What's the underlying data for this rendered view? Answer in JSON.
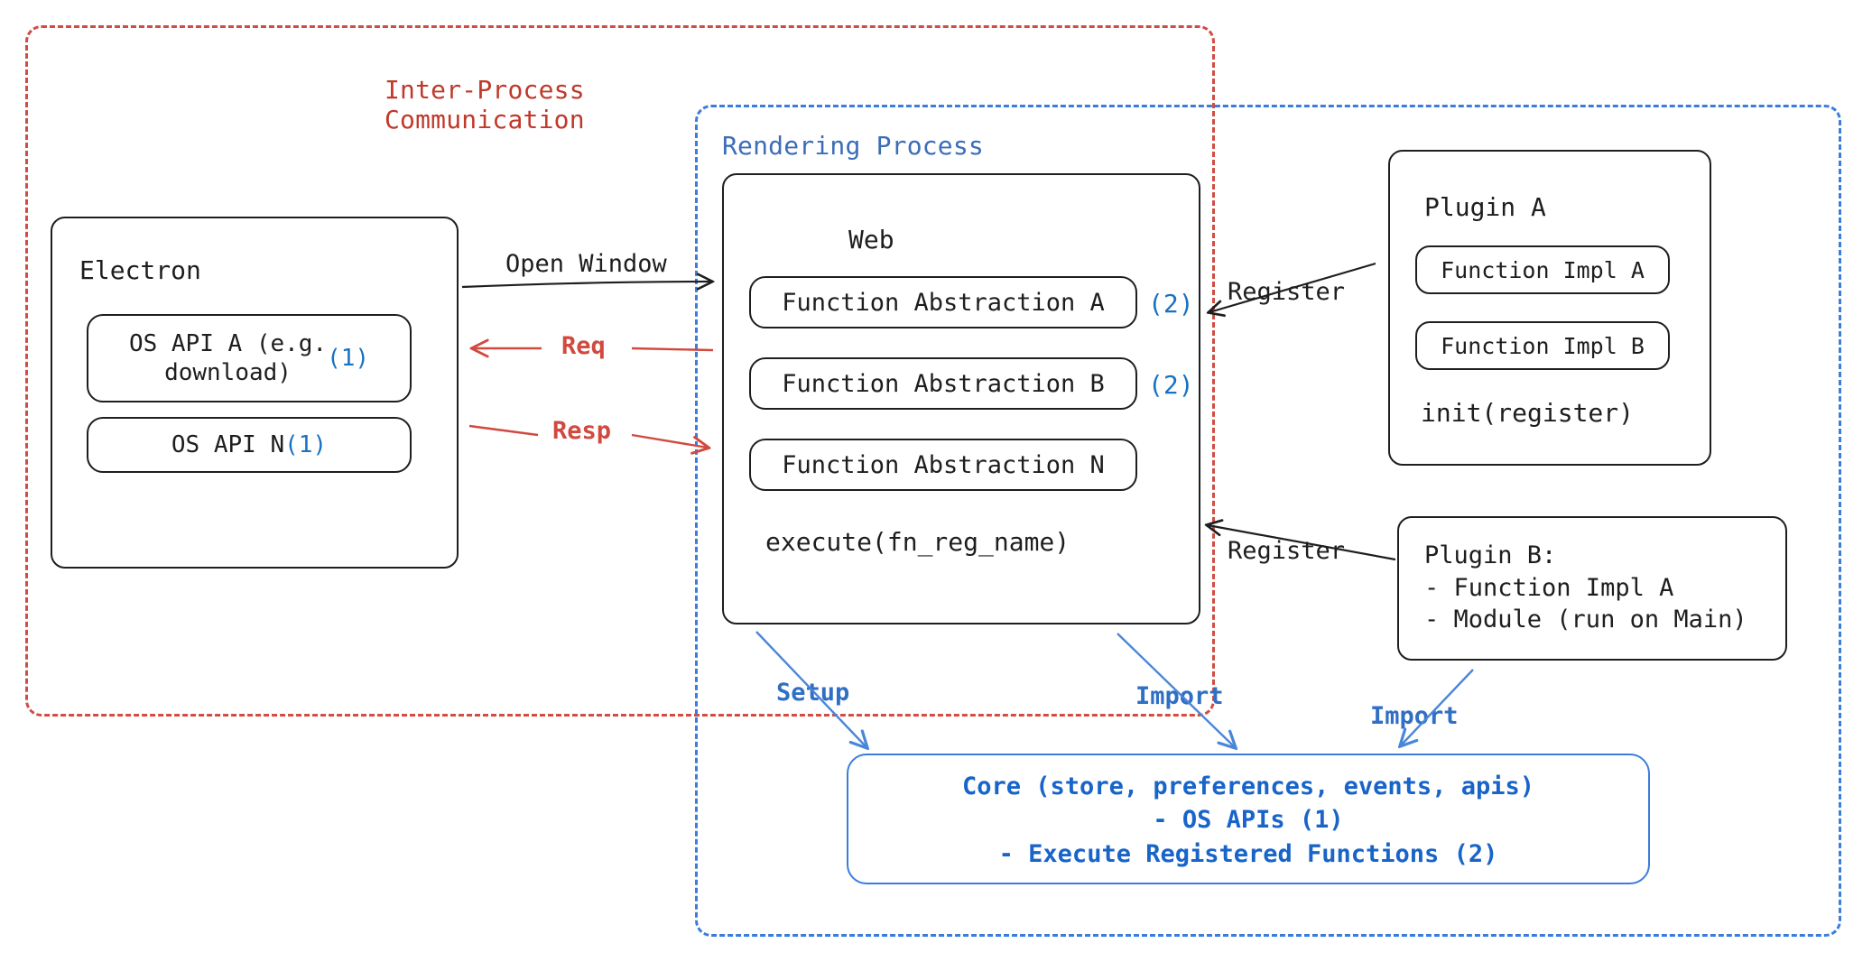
{
  "regions": {
    "ipc": {
      "label": "Inter-Process\nCommunication",
      "color": "#c0392b"
    },
    "rendering": {
      "label": "Rendering Process",
      "color": "#3b6db8"
    }
  },
  "electron": {
    "title": "Electron",
    "apis": [
      {
        "label": "OS API A (e.g.\ndownload)",
        "tag": "(1)"
      },
      {
        "label": "OS API N",
        "tag": "(1)"
      }
    ]
  },
  "web": {
    "title": "Web",
    "functions": [
      {
        "label": "Function Abstraction A",
        "tag": "(2)"
      },
      {
        "label": "Function Abstraction B",
        "tag": "(2)"
      },
      {
        "label": "Function Abstraction N",
        "tag": ""
      }
    ],
    "execute": "execute(fn_reg_name)"
  },
  "plugin_a": {
    "title": "Plugin A",
    "impls": [
      {
        "label": "Function Impl A"
      },
      {
        "label": "Function Impl B"
      }
    ],
    "init": "init(register)"
  },
  "plugin_b": {
    "text": "Plugin B:\n- Function Impl A\n- Module (run on Main)"
  },
  "core": {
    "text": "Core (store, preferences, events, apis)\n- OS APIs (1)\n- Execute Registered Functions (2)",
    "color": "#1864c9"
  },
  "edges": {
    "open_window": "Open Window",
    "req": "Req",
    "resp": "Resp",
    "register_top": "Register",
    "register_bottom": "Register",
    "setup": "Setup",
    "import_web": "Import",
    "import_plugin_b": "Import"
  },
  "colors": {
    "red": "#d1493f",
    "blue": "#3b7ddd",
    "blue_text": "#1971c2",
    "ink": "#1e1e1e"
  }
}
